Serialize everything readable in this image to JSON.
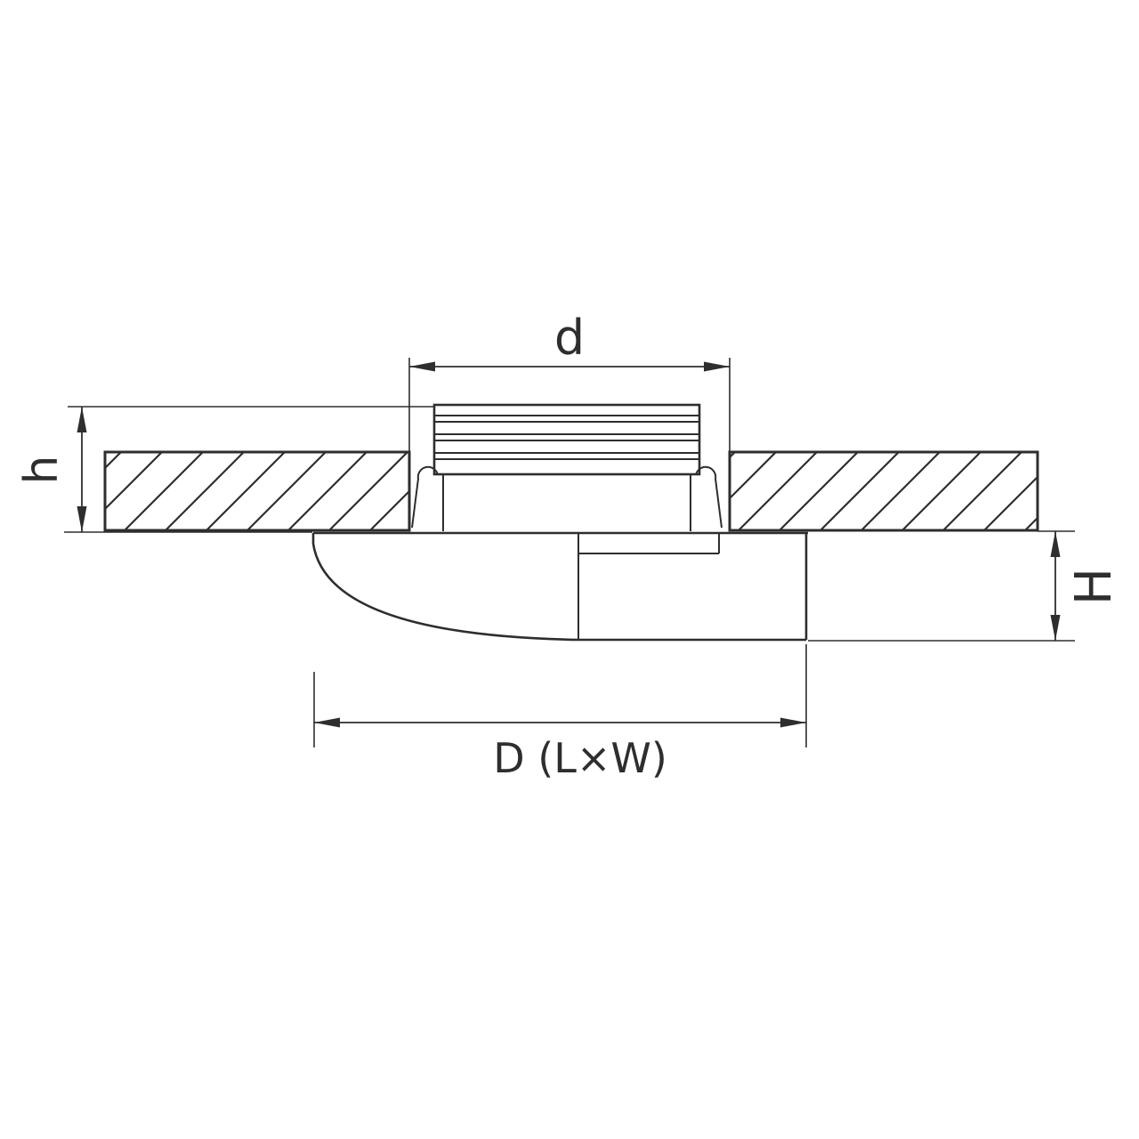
{
  "diagram": {
    "type": "technical-drawing",
    "subject": "recessed-downlight-installation-cross-section",
    "colors": {
      "background": "#ffffff",
      "line": "#2e2e2e"
    },
    "dimensions": {
      "top": {
        "label": "d"
      },
      "left": {
        "label": "h"
      },
      "right": {
        "label": "H"
      },
      "bottom": {
        "label": "D (L×W)"
      }
    }
  }
}
